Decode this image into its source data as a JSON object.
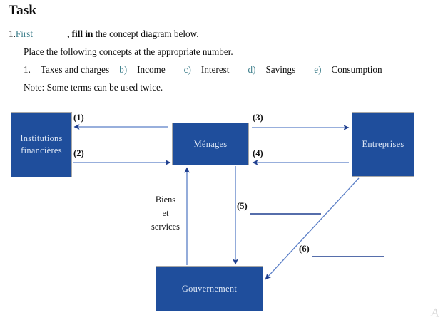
{
  "document": {
    "heading": "Task",
    "instruction_number": "1.",
    "instruction_accent": "First",
    "instruction_bold": ", fill in",
    "instruction_rest": " the concept diagram below.",
    "subinstruction": "Place the following concepts at the appropriate number.",
    "note": "Note: Some terms can be used twice.",
    "options": [
      {
        "marker": "1.",
        "label": "Taxes and charges",
        "marker_accent": false
      },
      {
        "marker": "b)",
        "label": "Income",
        "marker_accent": true
      },
      {
        "marker": "c)",
        "label": "Interest",
        "marker_accent": true
      },
      {
        "marker": "d)",
        "label": "Savings",
        "marker_accent": true
      },
      {
        "marker": "e)",
        "label": "Consumption",
        "marker_accent": true
      }
    ]
  },
  "diagram": {
    "nodes": {
      "financial_institutions": "Institutions\nfinancières",
      "financial_institutions_line1": "Institutions",
      "financial_institutions_line2": "financières",
      "households": "Ménages",
      "firms": "Entreprises",
      "government": "Gouvernement"
    },
    "edge_labels": {
      "n1": "(1)",
      "n2": "(2)",
      "n3": "(3)",
      "n4": "(4)",
      "n5": "(5)",
      "n6": "(6)"
    },
    "goods_label_line1": "Biens",
    "goods_label_line2": "et",
    "goods_label_line3": "services",
    "corner_mark": "A"
  },
  "colors": {
    "node_fill": "#1f4e9c",
    "node_text": "#dce6f5",
    "arrow_dark": "#1f3f8f",
    "arrow_light": "#5b7fc7",
    "accent_text": "#3f7f8c",
    "body_text": "#0d0d0d",
    "answer_line": "#1f3f8f"
  }
}
